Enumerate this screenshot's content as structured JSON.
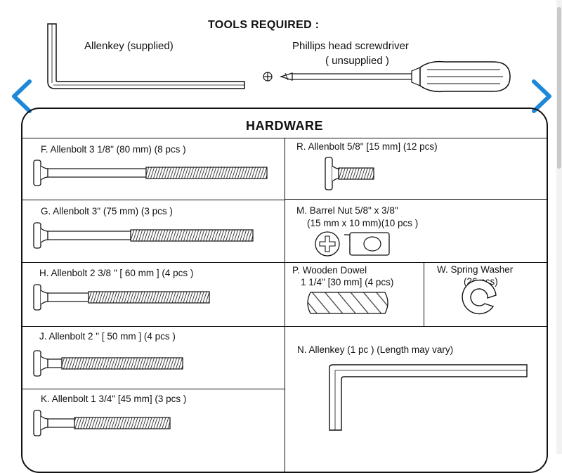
{
  "tools": {
    "title": "TOOLS REQUIRED :",
    "allenkey_label": "Allenkey (supplied)",
    "screwdriver_label": "Phillips head screwdriver",
    "screwdriver_note": "( unsupplied )"
  },
  "hardware": {
    "title": "HARDWARE",
    "parts": {
      "F": {
        "label": "F.  Allenbolt  3 1/8\" (80 mm) (8 pcs )"
      },
      "G": {
        "label": "G.  Allenbolt  3\" (75 mm) (3 pcs )"
      },
      "H": {
        "label": "H. Allenbolt  2 3/8 \" [ 60 mm ]  (4 pcs )"
      },
      "J": {
        "label": "J. Allenbolt  2  \" [ 50 mm ]  (4 pcs )"
      },
      "K": {
        "label": "K. Allenbolt  1 3/4\" [45 mm] (3 pcs )"
      },
      "R": {
        "label": "R. Allenbolt  5/8\" [15 mm] (12 pcs)"
      },
      "M": {
        "label_line1": "M. Barrel Nut  5/8\" x 3/8\"",
        "label_line2": "(15 mm x 10 mm)(10 pcs )"
      },
      "P": {
        "label_line1": "P. Wooden Dowel",
        "label_line2": "1 1/4\" [30 mm]  (4 pcs)"
      },
      "W": {
        "label_line1": "W. Spring Washer",
        "label_line2": "(26 pcs)"
      },
      "N": {
        "label": "N. Allenkey (1 pc ) (Length may vary)"
      }
    }
  },
  "colors": {
    "nav_arrow": "#1e88d8",
    "line": "#111111"
  }
}
